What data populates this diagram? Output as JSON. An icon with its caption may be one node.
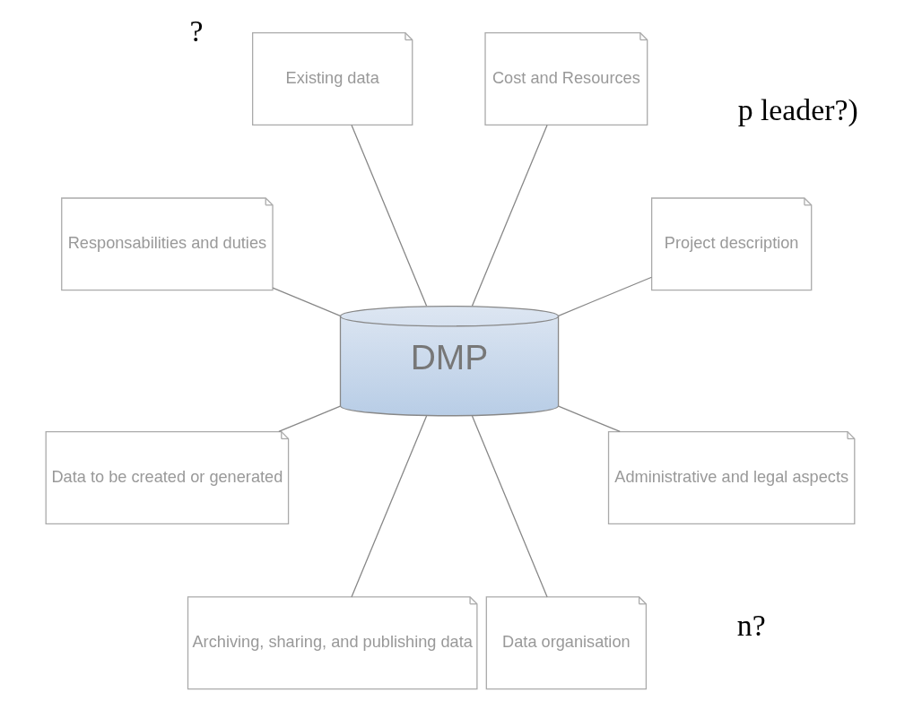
{
  "diagram": {
    "nodes": [
      {
        "text": [
          "Project description"
        ]
      },
      {
        "text": [
          "Cost and Resources"
        ]
      },
      {
        "text": [
          "Existing data"
        ]
      },
      {
        "text": [
          "Responsabilities and duties"
        ]
      },
      {
        "text": [
          "DMP"
        ]
      },
      {
        "text": [
          "Data to be created or generated"
        ]
      },
      {
        "text": [
          "Archiving, sharing, and publishing data"
        ]
      },
      {
        "text": [
          "Data organisation"
        ]
      },
      {
        "text": [
          "Administrative and legal aspects"
        ]
      }
    ],
    "edges": [
      {
        "from": 4,
        "to": 0,
        "arrow": "none"
      },
      {
        "from": 4,
        "to": 1,
        "arrow": "none"
      },
      {
        "from": 4,
        "to": 2,
        "arrow": "none"
      },
      {
        "from": 4,
        "to": 3,
        "arrow": "none"
      },
      {
        "from": 4,
        "to": 5,
        "arrow": "none"
      },
      {
        "from": 4,
        "to": 6,
        "arrow": "none"
      },
      {
        "from": 4,
        "to": 7,
        "arrow": "none"
      },
      {
        "from": 4,
        "to": 8,
        "arrow": "none"
      }
    ],
    "labels": [
      "?",
      "p leader?)",
      "n?"
    ]
  }
}
